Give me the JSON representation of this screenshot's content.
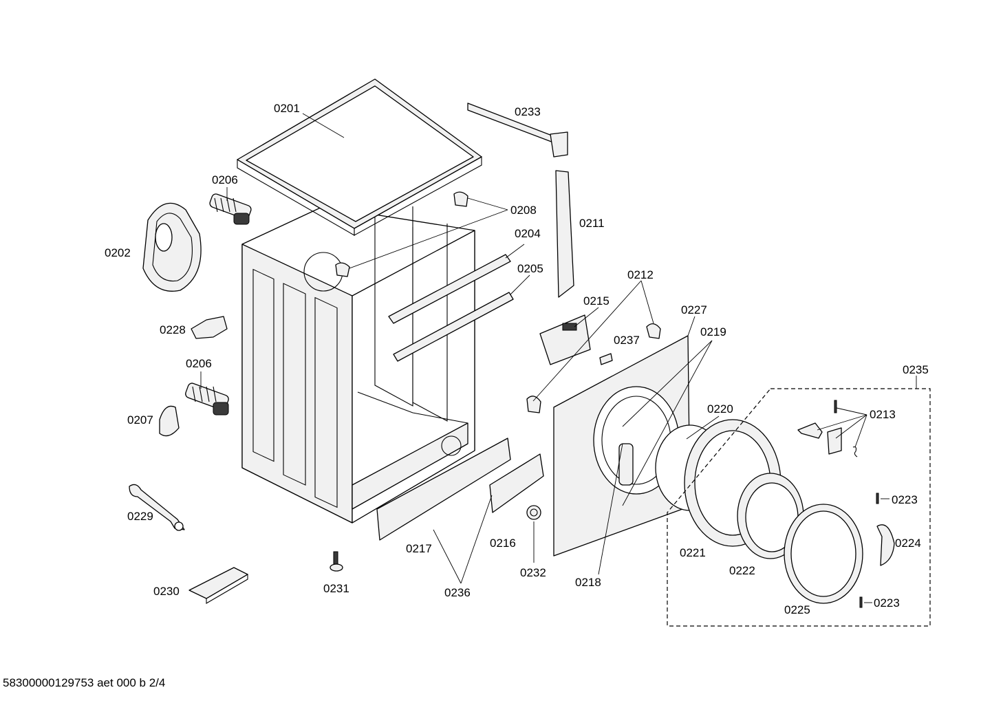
{
  "labels": {
    "l0201": "0201",
    "l0233": "0233",
    "l0206a": "0206",
    "l0208": "0208",
    "l0211": "0211",
    "l0204": "0204",
    "l0202": "0202",
    "l0205": "0205",
    "l0212": "0212",
    "l0215": "0215",
    "l0227": "0227",
    "l0228": "0228",
    "l0219": "0219",
    "l0237": "0237",
    "l0206b": "0206",
    "l0235": "0235",
    "l0220": "0220",
    "l0213": "0213",
    "l0207": "0207",
    "l0223a": "0223",
    "l0229": "0229",
    "l0224": "0224",
    "l0217": "0217",
    "l0216": "0216",
    "l0221": "0221",
    "l0222": "0222",
    "l0232": "0232",
    "l0218": "0218",
    "l0231": "0231",
    "l0236": "0236",
    "l0230": "0230",
    "l0223b": "0223",
    "l0225": "0225"
  },
  "footer": "58300000129753 aet 000 b 2/4"
}
